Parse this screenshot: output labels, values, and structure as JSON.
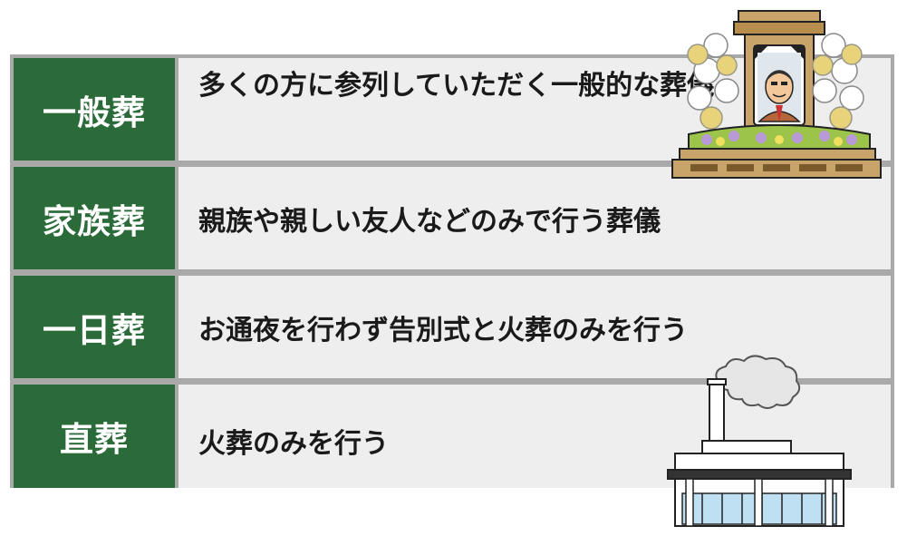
{
  "rows": [
    {
      "type": "一般葬",
      "desc_lines": [
        "多くの方に参列していただく",
        "一般的な葬儀"
      ]
    },
    {
      "type": "家族葬",
      "desc_lines": [
        "親族や親しい友人などのみで行う葬儀"
      ]
    },
    {
      "type": "一日葬",
      "desc_lines": [
        "お通夜を行わず告別式と火葬のみを行う"
      ]
    },
    {
      "type": "直葬",
      "desc_lines": [
        "火葬のみを行う"
      ]
    }
  ],
  "colors": {
    "label_bg": "#2b6b3a",
    "cell_bg": "#eeeeee",
    "border": "#a9a9a9",
    "wood": "#c8a46a"
  },
  "icons": [
    "funeral-altar-illustration",
    "crematorium-illustration"
  ]
}
